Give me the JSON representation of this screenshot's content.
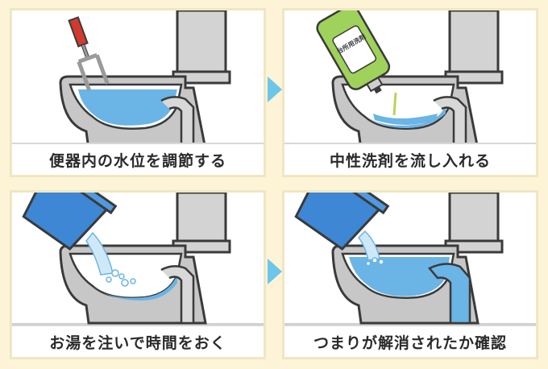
{
  "steps": [
    {
      "caption": "便器内の水位を調節する",
      "icon": "toilet-plunger"
    },
    {
      "caption": "中性洗剤を流し入れる",
      "icon": "detergent-bottle",
      "bottle_label": "台所用洗剤"
    },
    {
      "caption": "お湯を注いで時間をおく",
      "icon": "bucket-pour"
    },
    {
      "caption": "つまりが解消されたか確認",
      "icon": "bucket-pour-flowing"
    }
  ],
  "colors": {
    "background": "#fdf3d6",
    "water": "#6ab4e6",
    "arrow": "#6cc6ea",
    "toilet_body": "#c7c7c7",
    "bottle": "#9ed25a"
  }
}
